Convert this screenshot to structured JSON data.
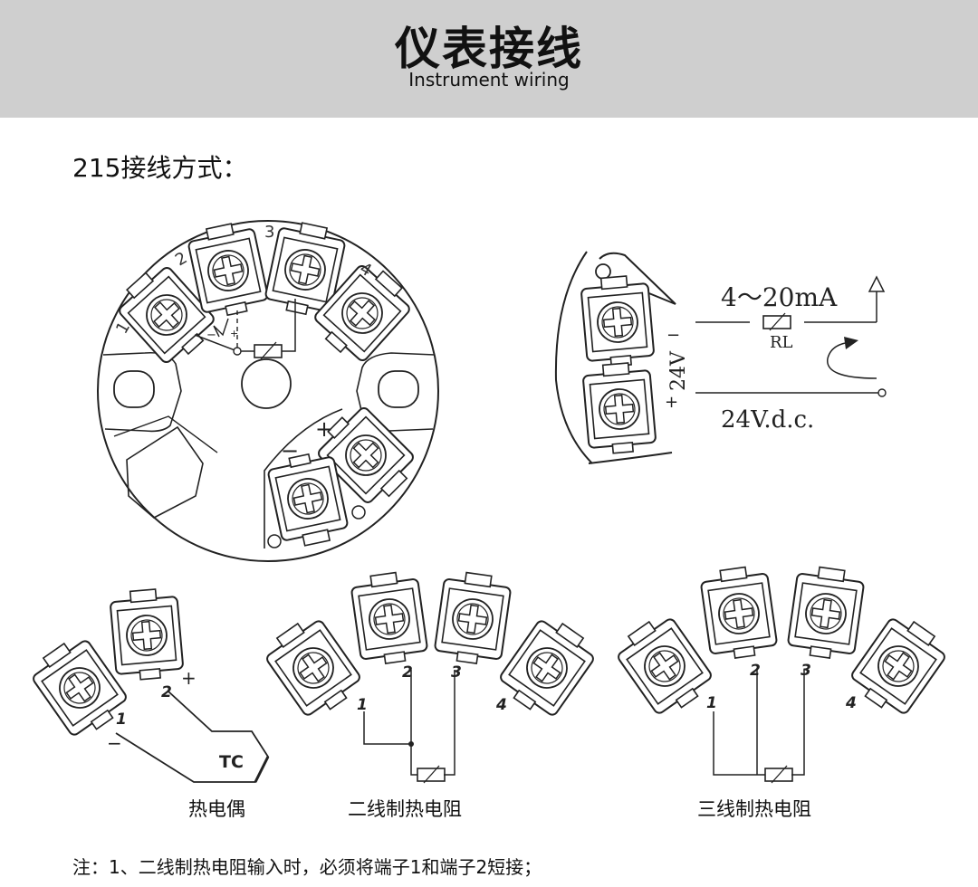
{
  "header": {
    "title": "仪表接线",
    "subtitle": "Instrument wiring"
  },
  "section": {
    "title": "215接线方式："
  },
  "circle": {
    "terminal_numbers": [
      "1",
      "2",
      "3",
      "4"
    ],
    "minus": "−",
    "plus": "+"
  },
  "loop": {
    "current": "4～20mA",
    "load": "RL",
    "voltage": "24V",
    "supply": "24V.d.c."
  },
  "thermocouple": {
    "label": "TC",
    "term1": "1",
    "term2": "2",
    "minus": "−",
    "plus": "+",
    "caption": "热电偶"
  },
  "rtd2": {
    "terms": [
      "1",
      "2",
      "3",
      "4"
    ],
    "caption": "二线制热电阻"
  },
  "rtd3": {
    "terms": [
      "1",
      "2",
      "3",
      "4"
    ],
    "caption": "三线制热电阻"
  },
  "note": {
    "text": "注：1、二线制热电阻输入时，必须将端子1和端子2短接；"
  }
}
